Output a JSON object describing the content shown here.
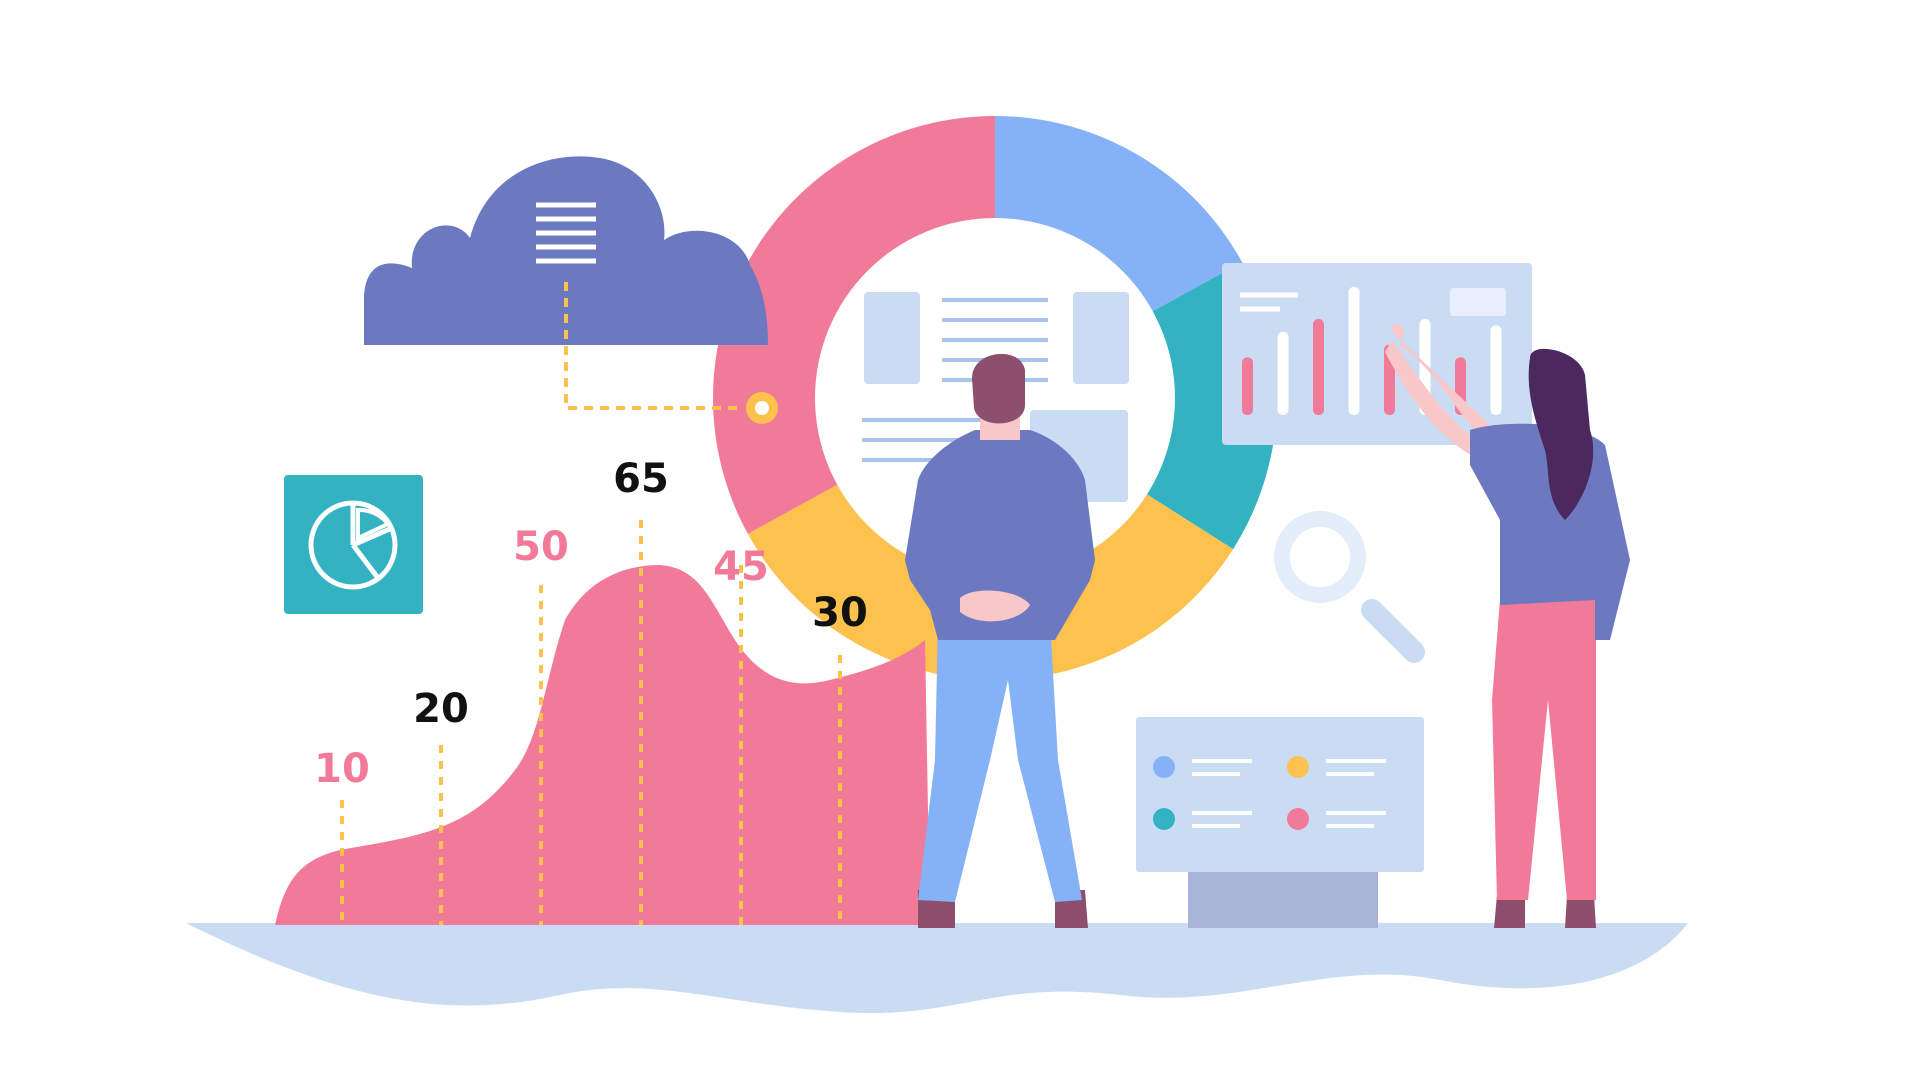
{
  "colors": {
    "pink": "#F27A99",
    "blue": "#85B1F6",
    "teal": "#33B2C1",
    "yellow": "#FDC24E",
    "indigo": "#6C79C0",
    "pale_blue": "#C9DCF4",
    "gray_blue": "#A7B4D8",
    "black": "#111111",
    "white": "#FFFFFF",
    "hair_man": "#8E4F6E",
    "hair_woman": "#4B285E",
    "skin": "#F8C7C7"
  },
  "area_chart": {
    "labels": [
      {
        "text": "10",
        "color": "pink"
      },
      {
        "text": "20",
        "color": "black"
      },
      {
        "text": "50",
        "color": "pink"
      },
      {
        "text": "65",
        "color": "black"
      },
      {
        "text": "45",
        "color": "pink"
      },
      {
        "text": "30",
        "color": "black"
      }
    ]
  },
  "donut": {
    "segments": [
      {
        "name": "blue",
        "value": 17,
        "color": "blue"
      },
      {
        "name": "teal",
        "value": 17,
        "color": "teal"
      },
      {
        "name": "yellow",
        "value": 33,
        "color": "yellow"
      },
      {
        "name": "pink",
        "value": 33,
        "color": "pink"
      }
    ]
  },
  "bar_panel": {
    "bars": [
      {
        "value": 45,
        "color": "pink"
      },
      {
        "value": 65,
        "color": "white"
      },
      {
        "value": 75,
        "color": "pink"
      },
      {
        "value": 100,
        "color": "white"
      },
      {
        "value": 55,
        "color": "pink"
      },
      {
        "value": 75,
        "color": "white"
      },
      {
        "value": 45,
        "color": "pink"
      },
      {
        "value": 70,
        "color": "white"
      }
    ]
  },
  "legend_panel": {
    "dots": [
      "blue",
      "yellow",
      "teal",
      "pink"
    ]
  },
  "icons": {
    "cloud": "cloud-icon",
    "pie_tile": "pie-chart-icon",
    "magnifier": "magnifier-icon",
    "document": "document-icon"
  }
}
